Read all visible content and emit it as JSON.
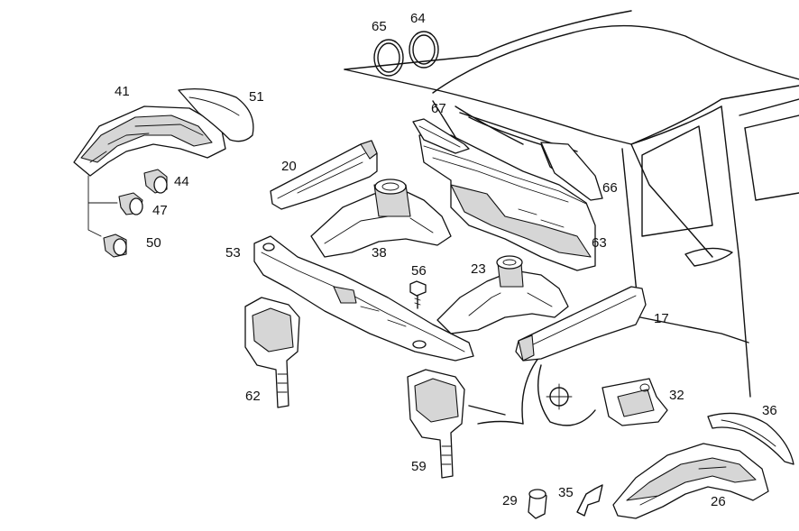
{
  "labels": {
    "p65": "65",
    "p64": "64",
    "p41": "41",
    "p51": "51",
    "p67": "67",
    "p20": "20",
    "p44": "44",
    "p47": "47",
    "p50": "50",
    "p66": "66",
    "p53": "53",
    "p38": "38",
    "p63": "63",
    "p56": "56",
    "p23": "23",
    "p17": "17",
    "p62": "62",
    "p32": "32",
    "p36": "36",
    "p59": "59",
    "p29": "29",
    "p35": "35",
    "p26": "26"
  }
}
